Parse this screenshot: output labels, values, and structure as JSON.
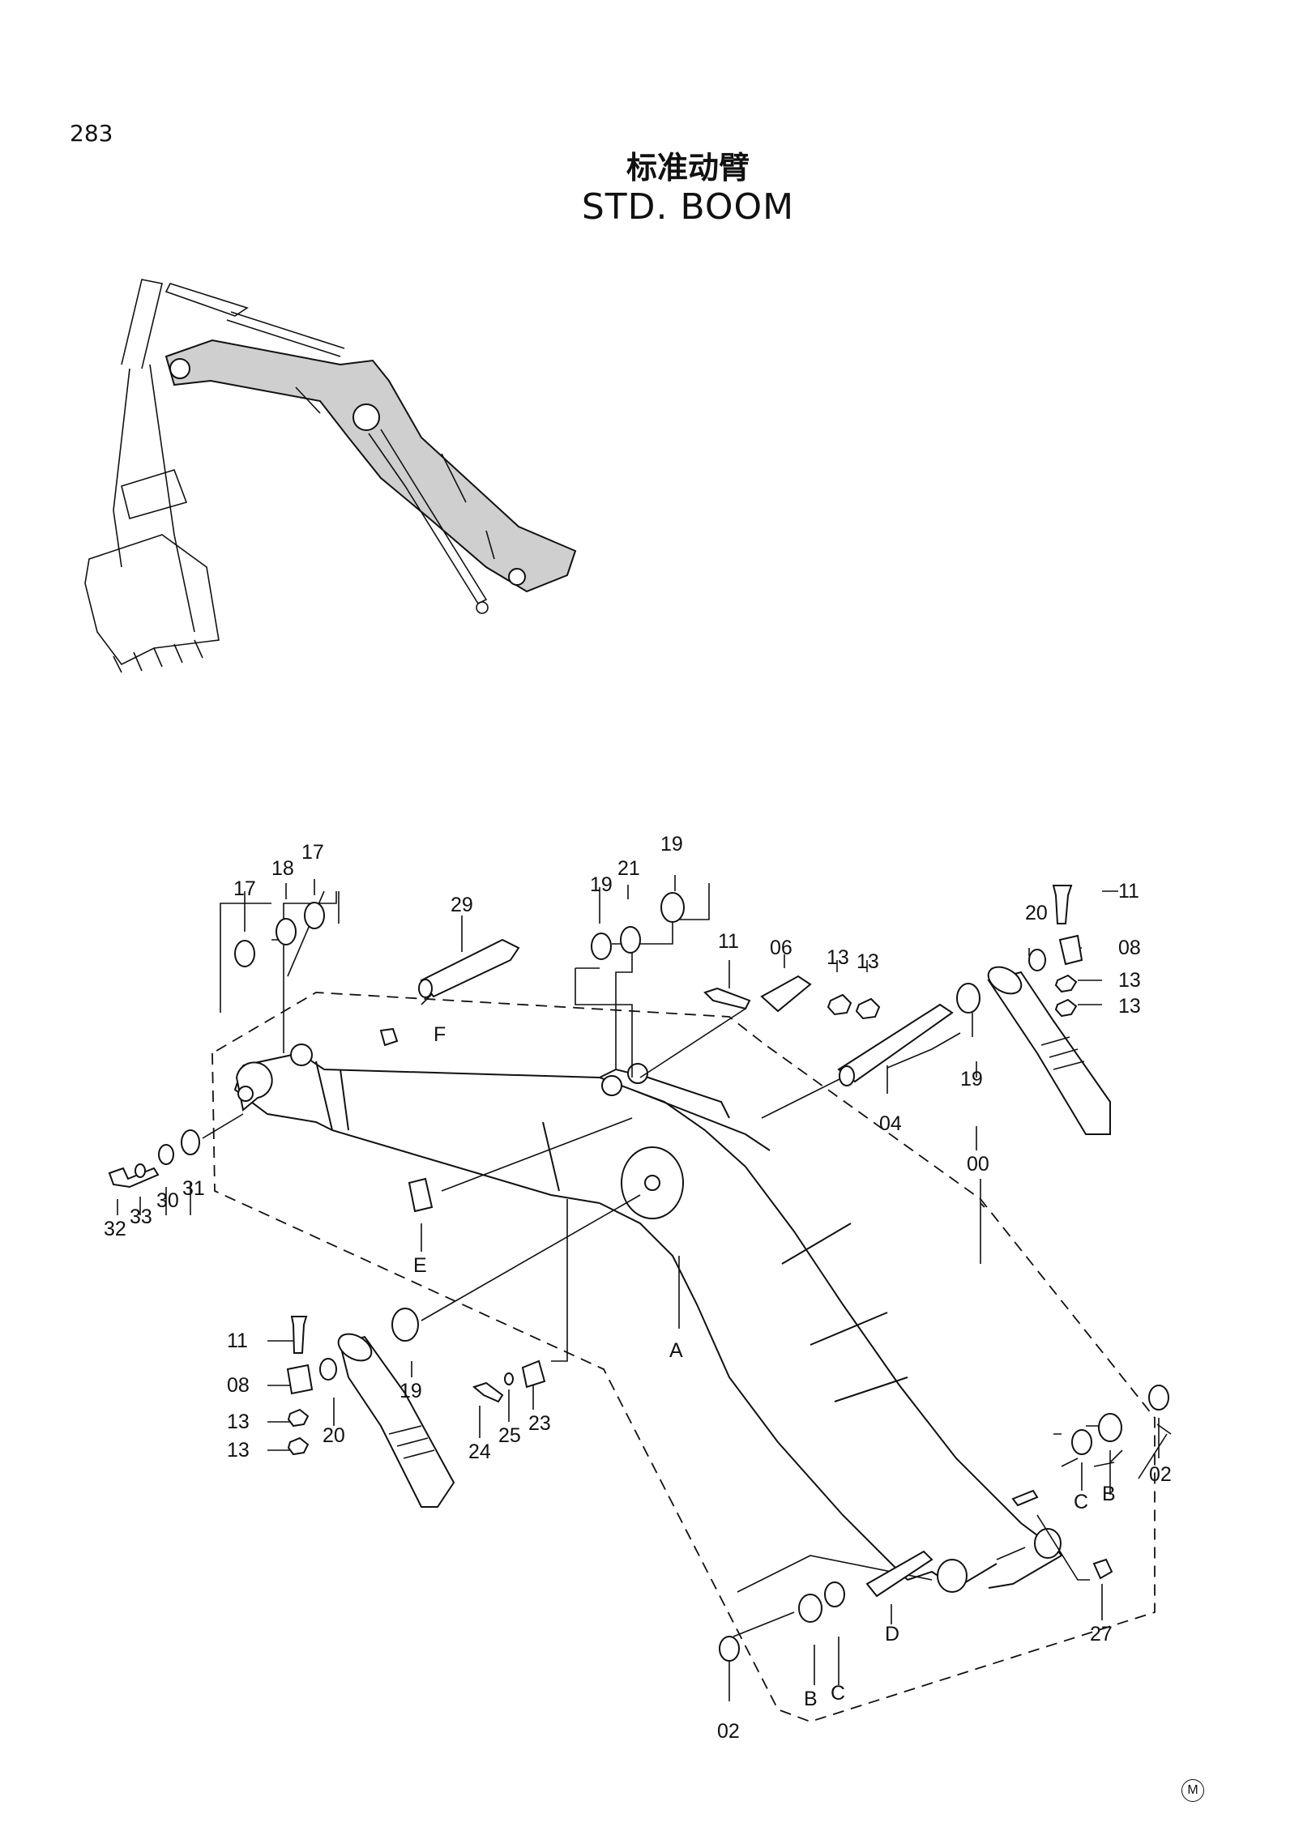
{
  "page_number": "283",
  "title_cn": "标准动臂",
  "title_en": "STD.  BOOM",
  "mark": "M",
  "callouts": {
    "c17a": "17",
    "c18": "18",
    "c17b": "17",
    "c29": "29",
    "cF": "F",
    "c19a": "19",
    "c21": "21",
    "c19b": "19",
    "c11a": "11",
    "c06": "06",
    "c13a": "13",
    "c13b": "13",
    "c19c": "19",
    "c04": "04",
    "c11b": "11",
    "c20a": "20",
    "c08a": "08",
    "c13c": "13",
    "c13d": "13",
    "c32": "32",
    "c33": "33",
    "c30": "30",
    "c31": "31",
    "cE": "E",
    "c00": "00",
    "cA": "A",
    "c11c": "11",
    "c08b": "08",
    "c13e": "13",
    "c13f": "13",
    "c20b": "20",
    "c19d": "19",
    "c24": "24",
    "c25": "25",
    "c23": "23",
    "c02a": "02",
    "cCa": "C",
    "cBa": "B",
    "cD": "D",
    "cBb": "B",
    "cCb": "C",
    "c02b": "02",
    "c27": "27"
  }
}
